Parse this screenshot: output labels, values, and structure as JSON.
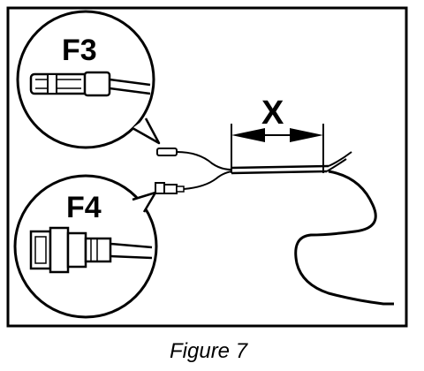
{
  "figure": {
    "caption": "Figure 7",
    "callout_top_label": "F3",
    "callout_bottom_label": "F4",
    "dimension_label": "X"
  },
  "colors": {
    "ink": "#000000",
    "paper": "#ffffff"
  },
  "icons": {
    "connector_f3": "pin-connector-icon",
    "connector_f4": "multi-pin-plug-icon"
  }
}
